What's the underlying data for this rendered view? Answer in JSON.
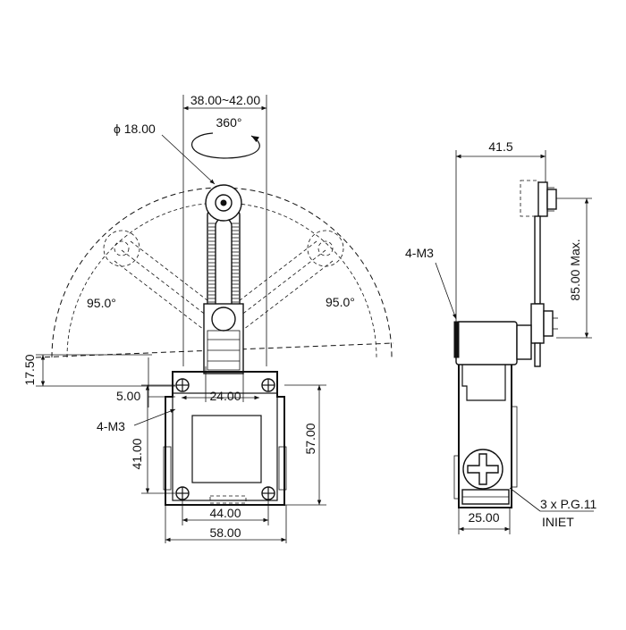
{
  "front_view": {
    "width_range": "38.00~42.00",
    "rotation": "360°",
    "roller_diameter": "ϕ 18.00",
    "angle_left": "95.0°",
    "angle_right": "95.0°",
    "dim_17_50": "17.50",
    "dim_5_00": "5.00",
    "dim_24_00": "24.00",
    "mount_holes": "4-M3",
    "dim_41_00": "41.00",
    "dim_57_00": "57.00",
    "dim_44_00": "44.00",
    "dim_58_00": "58.00"
  },
  "side_view": {
    "dim_41_5": "41.5",
    "mount_holes": "4-M3",
    "lever_max": "85.00 Max.",
    "dim_25_00": "25.00",
    "conduit": "3 x P.G.11",
    "inlet_label": "INIET"
  }
}
